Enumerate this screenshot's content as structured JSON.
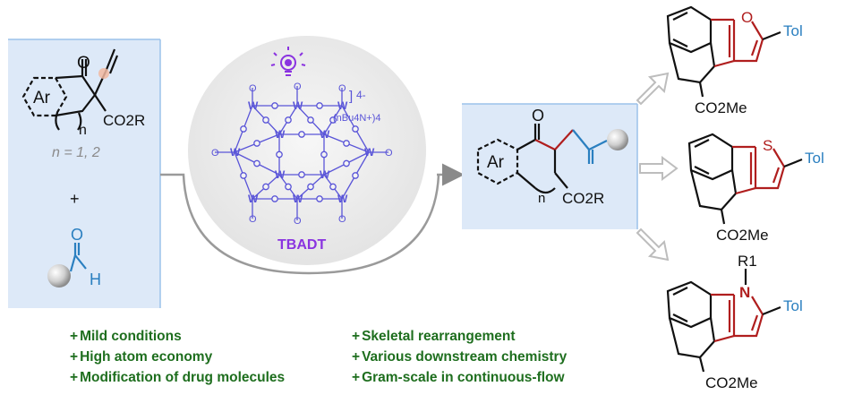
{
  "starting_material": {
    "ring_label": "Ar",
    "carbonyl_atom": "O",
    "index_label": "n",
    "ester_label": "CO2R",
    "note": "n = 1, 2"
  },
  "plus_sign": "+",
  "aldehyde": {
    "oxygen": "O",
    "hydrogen": "H"
  },
  "catalyst": {
    "name": "TBADT",
    "charge": "4-",
    "counterion": "(nBu4N+)4",
    "tungsten_symbol": "W",
    "oxygen_symbol": "O"
  },
  "product": {
    "ring_label": "Ar",
    "carbonyl_atom": "O",
    "index_label": "n",
    "ester_label": "CO2R"
  },
  "downstream": [
    {
      "heteroatom": "O",
      "substituent": "Tol",
      "ester": "CO2Me"
    },
    {
      "heteroatom": "S",
      "substituent": "Tol",
      "ester": "CO2Me"
    },
    {
      "heteroatom": "N",
      "n_substituent": "R1",
      "substituent": "Tol",
      "ester": "CO2Me"
    }
  ],
  "features_left": [
    "Mild conditions",
    "High atom economy",
    "Modification of drug molecules"
  ],
  "features_right": [
    "Skeletal rearrangement",
    "Various downstream chemistry",
    "Gram-scale in continuous-flow"
  ],
  "colors": {
    "panel_bg": "#dde9f8",
    "panel_border": "#9cc2ea",
    "catalyst_bg": "#ececec",
    "cluster": "#5a55d8",
    "catalyst_label": "#8a33e0",
    "new_bond_red": "#b01e1e",
    "acyl_blue": "#2a7fc0",
    "feature_green": "#1e6e1e",
    "arrow_gray": "#9a9a9a"
  }
}
